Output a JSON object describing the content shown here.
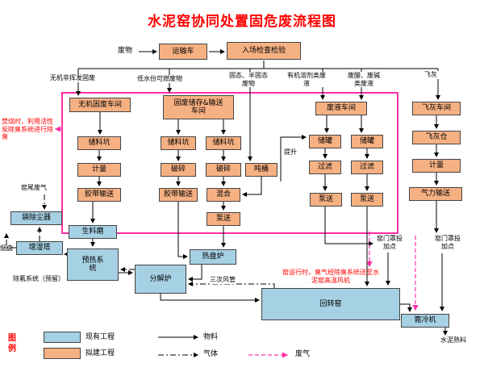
{
  "title": "水泥窑协同处置固危废流程图",
  "top": {
    "waste": "废物",
    "transport": "运输车",
    "inspection": "入场检查检验"
  },
  "branches": {
    "b1": "无机非挥发固废",
    "b2": "低水份可燃废物",
    "b3": "固态、半固态废物",
    "b4": "有机溶剂类废液",
    "b5": "废酸、废碱类废液",
    "b6": "飞灰"
  },
  "workshops": {
    "inorganic": "无机固废车间",
    "solid": "固废储存&输送车间",
    "liquid": "废液车间",
    "flyash": "飞灰车间"
  },
  "units": {
    "pit1": "储料坑",
    "pit2": "储料坑",
    "pit3": "储料坑",
    "meter1": "计量",
    "meter2": "计量",
    "belt1": "胶带输送",
    "belt2": "胶带输送",
    "crush1": "破碎",
    "crush2": "破碎",
    "ton": "吨桶",
    "mix": "混合",
    "pump1": "泵送",
    "pump2": "泵送",
    "pump3": "泵送",
    "tank1": "储罐",
    "tank2": "储罐",
    "filter1": "过滤",
    "filter2": "过滤",
    "silo": "飞灰仓",
    "pneumatic": "气力输送",
    "lift": "提升"
  },
  "existing": {
    "bag_filter": "袋除尘器",
    "humidifier": "增湿塔",
    "raw_mill": "生料磨",
    "preheater": "预热系统",
    "calciner": "分解炉",
    "hot_disc": "热盘炉",
    "rotary_kiln": "回转窑",
    "grate_cooler": "篦冷机"
  },
  "notes": {
    "odor": "焚烧时，利用活性炭除臭系统进行除臭",
    "kiln_tail_gas": "窑尾废气",
    "chimney": "烟囱",
    "defluorination": "除氟系统（预留）",
    "dosing1": "窑门罩投加点",
    "dosing2": "窑门罩投加点",
    "kiln_run": "窑运行时，臭气经除臭系统送至水泥窑高温风机",
    "tertiary_air": "三次风管",
    "clinker": "水泥熟料"
  },
  "legend": {
    "title": "图例",
    "existing": "现有工程",
    "proposed": "拟建工程",
    "material": "物料",
    "gas": "气体",
    "exhaust": "废气"
  },
  "colors": {
    "proposed_fill": "#f6b183",
    "existing_fill": "#a6d0e4",
    "exhaust_line": "#ff2ea6",
    "accent_red": "#ff0000"
  }
}
